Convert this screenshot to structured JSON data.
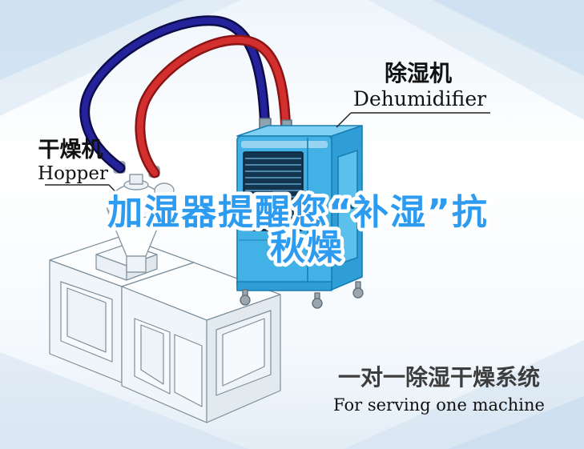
{
  "poster": {
    "machine_label": {
      "cn": "除湿机",
      "en": "Dehumidifier"
    },
    "hopper_label": {
      "cn": "干燥机",
      "en": "Hopper"
    },
    "headline": {
      "line1": "加湿器提醒您“补湿”抗",
      "line2": "秋燥"
    },
    "footer": {
      "cn": "一对一除湿干燥系统",
      "en": "For serving one machine"
    }
  },
  "colors": {
    "headline_fill": "#2d9cf0",
    "headline_outline": "#ffffff",
    "dehumidifier_blue": "#41b1e6",
    "dehumidifier_side": "#2f9ed6",
    "vent_dark": "#12344e",
    "pipe_navy": "#1c1b74",
    "pipe_red": "#c62626",
    "label_black": "#111111",
    "footer_gray": "#3d3d3d",
    "background_tint": "#d7e5f2"
  }
}
